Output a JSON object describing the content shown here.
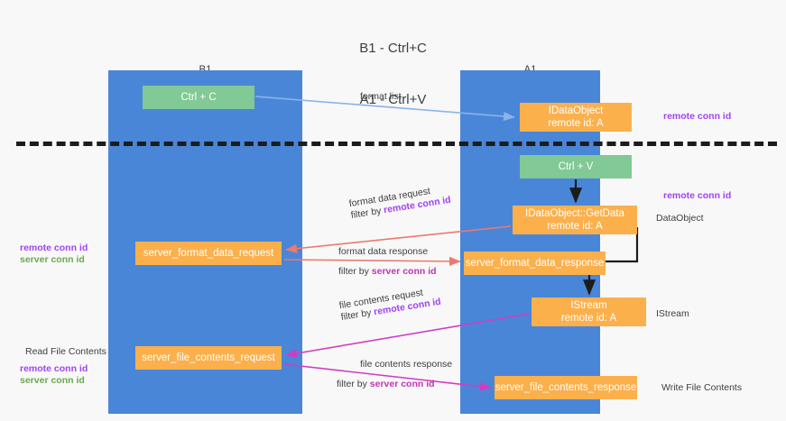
{
  "title": {
    "line1": "B1 - Ctrl+C",
    "line2": "A1 - Ctrl+V"
  },
  "lanes": [
    {
      "id": "b1",
      "name": "B1",
      "role": "connection",
      "color": "#4a86d8"
    },
    {
      "id": "a1",
      "name": "A1",
      "role": "remote",
      "color": "#4a86d8"
    }
  ],
  "legend_colors": {
    "remote_conn_id": "#a142f4",
    "server_conn_id": "#6aa84f",
    "lane_blue": "#4a86d8",
    "box_green": "#81c995",
    "box_orange": "#fbb04c",
    "wire_blue": "#8ab4e8",
    "wire_red": "#ea7a6f",
    "wire_magenta": "#cf3ec0",
    "wire_black": "#1c1c1c"
  },
  "boxes": {
    "ctrl_c": {
      "label": "Ctrl + C"
    },
    "idataobject": {
      "line1": "IDataObject",
      "line2": "remote id: A"
    },
    "ctrl_v": {
      "label": "Ctrl + V"
    },
    "getdata": {
      "line1": "IDataObject::GetData",
      "line2": "remote id: A"
    },
    "format_data_request": {
      "label": "server_format_data_request"
    },
    "format_data_response": {
      "label": "server_format_data_response"
    },
    "istream": {
      "line1": "IStream",
      "line2": "remote id: A"
    },
    "file_contents_request": {
      "label": "server_file_contents_request"
    },
    "file_contents_response": {
      "label": "server_file_contents_response"
    }
  },
  "edge_labels": {
    "format_list": {
      "line1": "format list"
    },
    "format_data_request": {
      "line1": "format data request",
      "line2_prefix": "filter by ",
      "line2_hl": "remote conn id"
    },
    "format_data_response": {
      "line1": "format data response",
      "line2_prefix": "filter by ",
      "line2_hl": "server conn id"
    },
    "file_contents_request": {
      "line1": "file contents request",
      "line2_prefix": "filter by ",
      "line2_hl": "remote conn id"
    },
    "file_contents_response": {
      "line1": "file contents response",
      "line2_prefix": "filter by ",
      "line2_hl": "server conn id"
    }
  },
  "side_labels": {
    "right": [
      {
        "text": "remote conn id",
        "style": "purple"
      },
      {
        "text": "remote conn id",
        "style": "purple"
      },
      {
        "text": "DataObject",
        "style": "plain"
      },
      {
        "text": "IStream",
        "style": "plain"
      },
      {
        "text": "Write File Contents",
        "style": "plain"
      }
    ],
    "left": [
      {
        "text": "remote conn id",
        "style": "purple"
      },
      {
        "text": "server conn id",
        "style": "green"
      },
      {
        "text": "Read File Contents",
        "style": "plain"
      },
      {
        "text": "remote conn id",
        "style": "purple"
      },
      {
        "text": "server conn id",
        "style": "green"
      }
    ]
  }
}
